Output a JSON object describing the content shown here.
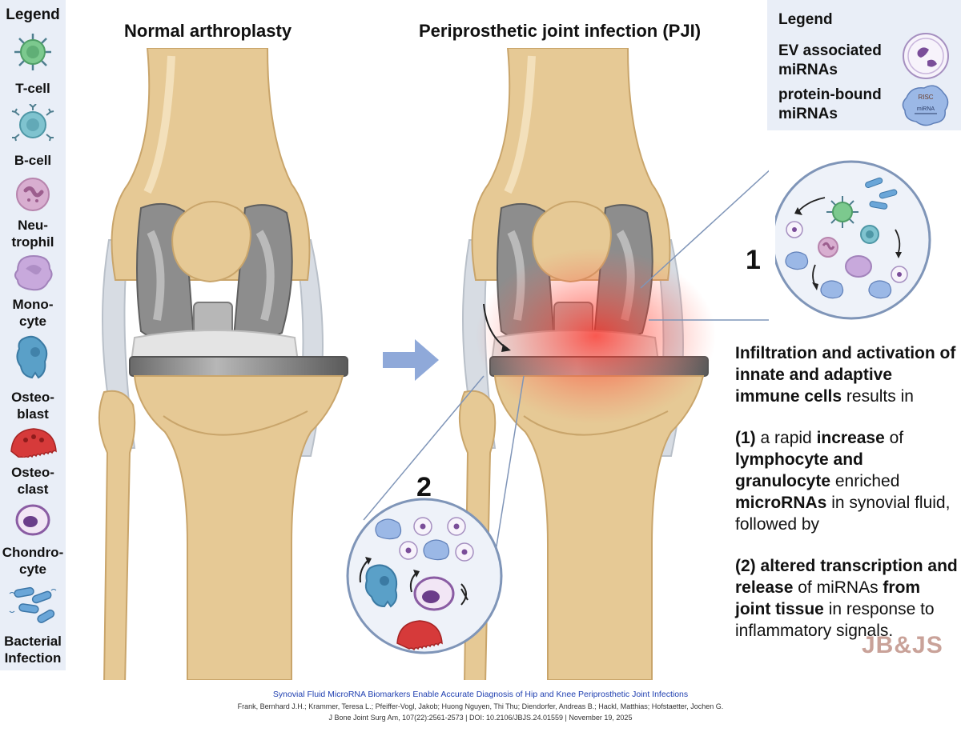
{
  "left_legend": {
    "title": "Legend",
    "items": [
      {
        "label_lines": [
          "T-cell"
        ],
        "icon": "t-cell-icon"
      },
      {
        "label_lines": [
          "B-cell"
        ],
        "icon": "b-cell-icon"
      },
      {
        "label_lines": [
          "Neu-",
          "trophil"
        ],
        "icon": "neutrophil-icon"
      },
      {
        "label_lines": [
          "Mono-",
          "cyte"
        ],
        "icon": "monocyte-icon"
      },
      {
        "label_lines": [
          "Osteo-",
          "blast"
        ],
        "icon": "osteoblast-icon"
      },
      {
        "label_lines": [
          "Osteo-",
          "clast"
        ],
        "icon": "osteoclast-icon"
      },
      {
        "label_lines": [
          "Chondro-",
          "cyte"
        ],
        "icon": "chondrocyte-icon"
      },
      {
        "label_lines": [
          "Bacterial",
          "Infection"
        ],
        "icon": "bacteria-icon"
      }
    ]
  },
  "headings": {
    "normal": "Normal arthroplasty",
    "pji": "Periprosthetic joint infection (PJI)"
  },
  "right_legend": {
    "title": "Legend",
    "ev_lines": [
      "EV associated",
      "miRNAs"
    ],
    "protein_lines": [
      "protein-bound",
      "miRNAs"
    ],
    "risc_label": "RISC",
    "mirna_label": "miRNA"
  },
  "callouts": {
    "one": "1",
    "two": "2"
  },
  "explanation": {
    "p1": [
      {
        "t": "Infiltration and activation of innate and adaptive immune cells",
        "b": true
      },
      {
        "t": " results in",
        "b": false
      }
    ],
    "p2": [
      {
        "t": "(1)",
        "b": true
      },
      {
        "t": " a rapid ",
        "b": false
      },
      {
        "t": "increase",
        "b": true
      },
      {
        "t": " of ",
        "b": false
      },
      {
        "t": "lymphocyte and granulocyte",
        "b": true
      },
      {
        "t": " enriched ",
        "b": false
      },
      {
        "t": "microRNAs",
        "b": true
      },
      {
        "t": " in synovial fluid, followed by",
        "b": false
      }
    ],
    "p3": [
      {
        "t": "(2)",
        "b": true
      },
      {
        "t": " ",
        "b": false
      },
      {
        "t": "altered transcription and release",
        "b": true
      },
      {
        "t": " of miRNAs ",
        "b": false
      },
      {
        "t": "from joint tissue",
        "b": true
      },
      {
        "t": " in response to inflammatory signals.",
        "b": false
      }
    ]
  },
  "citation": {
    "title": "Synovial Fluid MicroRNA Biomarkers Enable Accurate Diagnosis of Hip and Knee Periprosthetic Joint Infections",
    "authors": "Frank, Bernhard J.H.; Krammer, Teresa L.; Pfeiffer-Vogl, Jakob; Huong Nguyen, Thi Thu; Diendorfer, Andreas B.; Hackl, Matthias; Hofstaetter, Jochen G.",
    "journal": "J Bone Joint Surg Am, 107(22):2561-2573 | DOI: 10.2106/JBJS.24.01559 | November 19, 2025"
  },
  "logo_text": "JB&JS",
  "colors": {
    "bone": "#e6c995",
    "bone_dark": "#c9a56b",
    "metal": "#8d8d8d",
    "metal_dark": "#5f5f5f",
    "arrow": "#8fa9d9",
    "inflammation": "#ff3b2f",
    "legend_bg": "#e9eef7",
    "tcell": "#7cc98e",
    "bcell": "#7fc3cf",
    "neutrophil": "#d8aed0",
    "monocyte": "#c8a9dc",
    "osteoblast": "#5aa0c8",
    "osteoclast": "#d63a3a",
    "chondrocyte": "#6b3d8a",
    "bacteria": "#6aa6d8"
  }
}
